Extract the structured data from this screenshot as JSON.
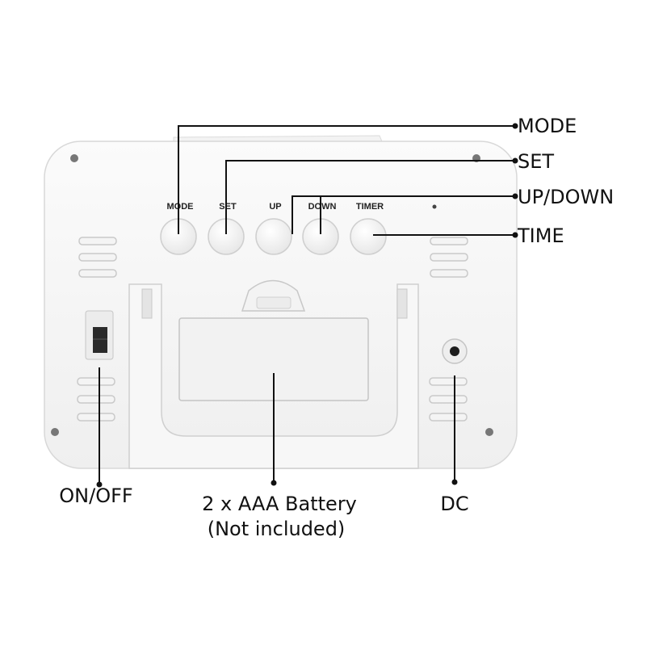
{
  "device": {
    "buttons": [
      "MODE",
      "SET",
      "UP",
      "DOWN",
      "TIMER"
    ]
  },
  "callouts": {
    "mode": "MODE",
    "set": "SET",
    "up_down": "UP/DOWN",
    "time": "TIME",
    "on_off": "ON/OFF",
    "battery_line1": "2 x AAA Battery",
    "battery_line2": "(Not included)",
    "dc": "DC"
  }
}
